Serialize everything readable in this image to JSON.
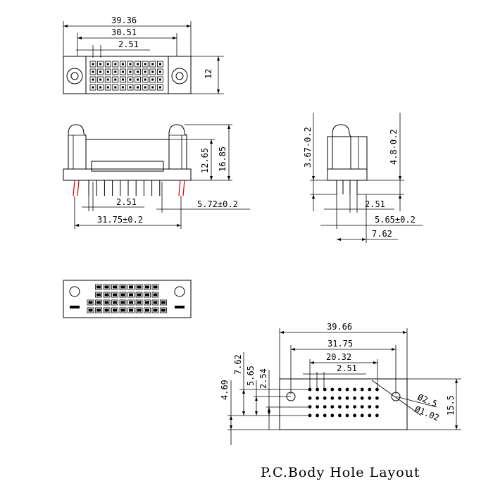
{
  "top_view": {
    "overall_width": "39.36",
    "pin_span": "30.51",
    "pitch": "2.51",
    "height": "12"
  },
  "front_view": {
    "height_small": "12.65",
    "height_total": "16.85",
    "pitch": "2.51",
    "offset": "5.72±0.2",
    "span": "31.75±0.2"
  },
  "side_view": {
    "left_height": "3.67-0.2",
    "right_height": "4.8-0.2",
    "pitch": "2.51",
    "offset": "5.65±0.2",
    "row_span": "7.62"
  },
  "hole_layout": {
    "overall_width": "39.66",
    "hole_span": "31.75",
    "row_span": "20.32",
    "pitch": "2.51",
    "height": "15.5",
    "v1": "7.62",
    "v2": "5.65",
    "v3": "2.54",
    "v4": "4.69",
    "dia1": "Ø2.5",
    "dia2": "Ø1.02",
    "caption": "P.C.Body Hole Layout"
  }
}
